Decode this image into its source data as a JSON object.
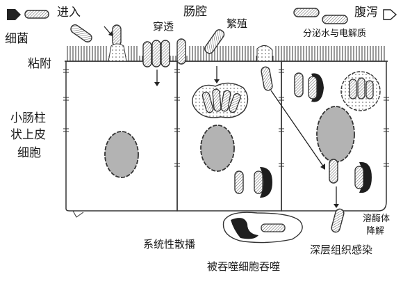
{
  "labels": {
    "bacteria": "细菌",
    "enter": "进入",
    "adhere": "粘附",
    "intestinal_lumen": "肠腔",
    "penetrate": "穿透",
    "proliferate": "繁殖",
    "diarrhea": "腹泻",
    "secretion": "分泌水与电解质",
    "columnar_epithelium": [
      "小肠柱",
      "状上皮",
      "细胞"
    ],
    "lysosome_degradation": [
      "溶酶体",
      "降解"
    ],
    "systemic_spread": "系统性散播",
    "deep_tissue_infection": "深层组织感染",
    "phagocytosed": "被吞噬细胞吞噬"
  },
  "colors": {
    "outline": "#333333",
    "nucleus": "#b3b3b3",
    "bacterium_fill": "#ffffff",
    "dark_mass": "#1e1e1e"
  }
}
